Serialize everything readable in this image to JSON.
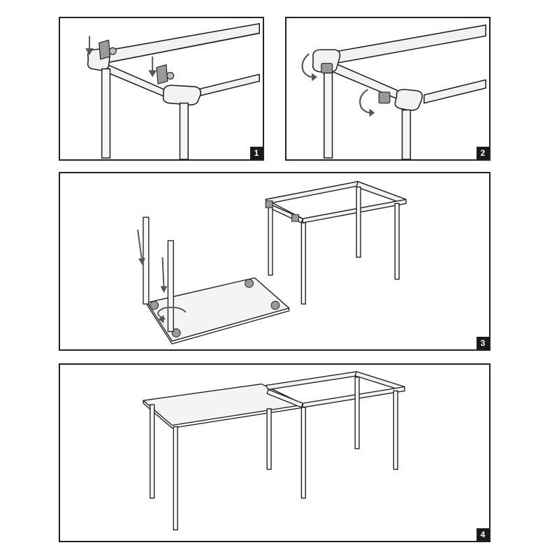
{
  "steps": [
    {
      "number": "1",
      "name": "attach-clamps"
    },
    {
      "number": "2",
      "name": "rotate-clamps"
    },
    {
      "number": "3",
      "name": "insert-legs-into-tabletop"
    },
    {
      "number": "4",
      "name": "assembled-table"
    }
  ],
  "colors": {
    "line": "#222222",
    "frame_fill": "#f2f2f2",
    "clamp_fill": "#9a9a9a",
    "arrow": "#555555",
    "badge_bg": "#1a1a1a",
    "badge_text": "#ffffff"
  },
  "icons": [
    "down-arrow-icon",
    "rotate-arrow-icon"
  ]
}
